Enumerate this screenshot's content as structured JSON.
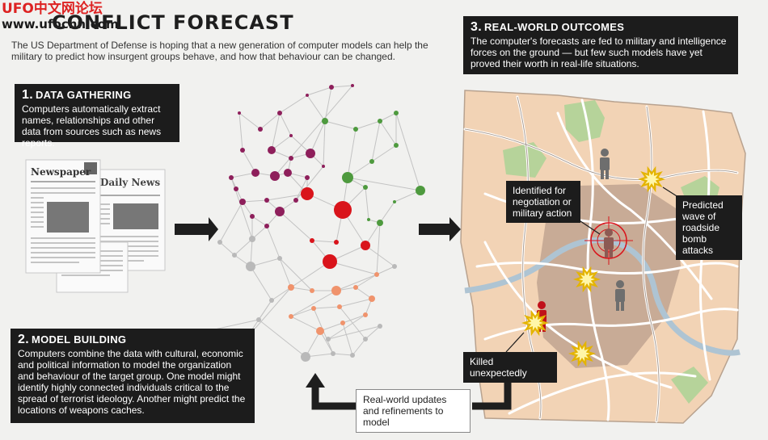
{
  "header": {
    "watermark_line1": "UFO中文网论坛",
    "watermark_line2": "www.ufochn.com",
    "title": "CONFLICT FORECAST",
    "subtitle": "The US Department of Defense is hoping that a new generation of computer models can help the military to predict how insurgent groups behave, and how that behaviour can be changed."
  },
  "steps": [
    {
      "num": "1.",
      "heading": "DATA GATHERING",
      "body": "Computers automatically extract names, relationships and other data from sources such as news reports."
    },
    {
      "num": "2.",
      "heading": "MODEL BUILDING",
      "body": "Computers combine the data with cultural, economic and political information to model the organization and behaviour of the target group. One model might identify highly connected individuals critical to the spread of terrorist ideology. Another might predict the locations of weapons caches."
    },
    {
      "num": "3.",
      "heading": "REAL-WORLD OUTCOMES",
      "body": "The computer's forecasts are fed to military and intelligence forces on the ground — but few such models have yet proved their worth in real-life situations."
    }
  ],
  "newspapers": {
    "paper1": "Newspaper",
    "paper2": "Daily News"
  },
  "map_labels": {
    "identified": "Identified for negotiation or military action",
    "predicted": "Predicted wave of roadside bomb attacks",
    "killed": "Killed unexpectedly",
    "feedback": "Real-world updates and refinements to model"
  },
  "colors": {
    "purple": "#8e1f5b",
    "green": "#4e9a3e",
    "red": "#d9141b",
    "orange": "#f0936c",
    "grey": "#b9b9b9",
    "map_bg": "#f2d3b5",
    "map_core": "#c8ab96",
    "park": "#b6d39a",
    "river": "#aec4d3"
  }
}
